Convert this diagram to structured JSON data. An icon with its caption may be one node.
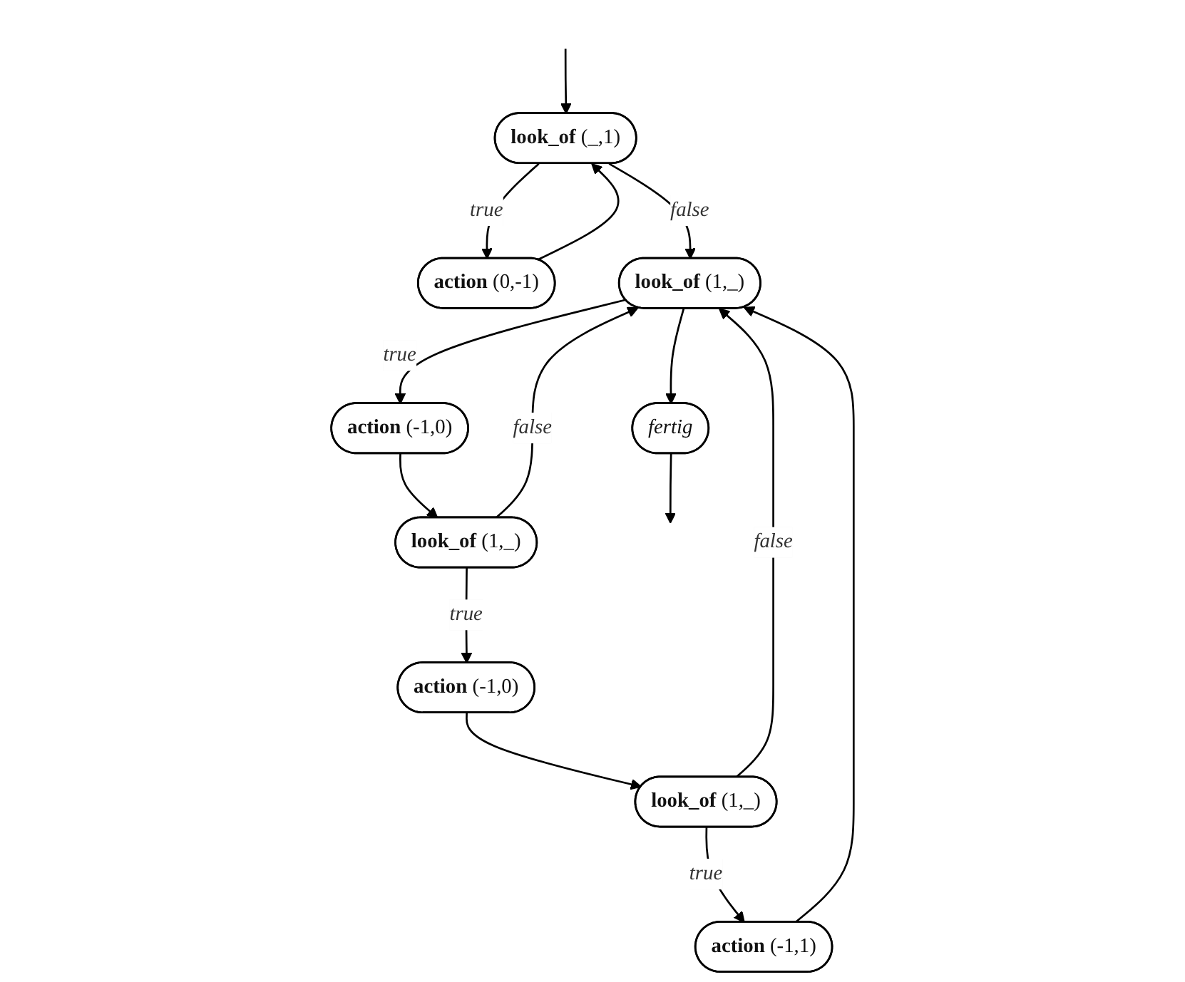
{
  "diagram": {
    "nodes": [
      {
        "text": [
          "**look_of** (_,1)"
        ]
      },
      {
        "text": [
          "**action** (0,-1)"
        ]
      },
      {
        "text": [
          "**look_of** (1,_)"
        ]
      },
      {
        "text": [
          "**action** (-1,0)"
        ]
      },
      {
        "text": [
          "**look_of** (1,_)"
        ]
      },
      {
        "text": [
          "**action** (-1,0)"
        ]
      },
      {
        "text": [
          "**look_of** (1,_)"
        ]
      },
      {
        "text": [
          "**action** (-1,1)"
        ]
      },
      {
        "text": [
          "fertig"
        ]
      }
    ],
    "edges": [
      {
        "from": null,
        "to": 0,
        "arrow": "to"
      },
      {
        "from": 0,
        "to": 1,
        "arrow": "to",
        "label": "true"
      },
      {
        "from": 1,
        "to": 0,
        "arrow": "to"
      },
      {
        "from": 0,
        "to": 2,
        "arrow": "to",
        "label": "false"
      },
      {
        "from": 2,
        "to": 3,
        "arrow": "to",
        "label": "true"
      },
      {
        "from": 3,
        "to": 4,
        "arrow": "to"
      },
      {
        "from": 4,
        "to": 2,
        "arrow": "to",
        "label": "false"
      },
      {
        "from": 4,
        "to": 5,
        "arrow": "to",
        "label": "true"
      },
      {
        "from": 5,
        "to": 6,
        "arrow": "to"
      },
      {
        "from": 6,
        "to": 2,
        "arrow": "to",
        "label": "false"
      },
      {
        "from": 6,
        "to": 7,
        "arrow": "to",
        "label": "true"
      },
      {
        "from": 7,
        "to": 2,
        "arrow": "to"
      },
      {
        "from": 2,
        "to": 8,
        "arrow": "to"
      },
      {
        "from": 8,
        "to": null,
        "arrow": "to"
      }
    ]
  }
}
